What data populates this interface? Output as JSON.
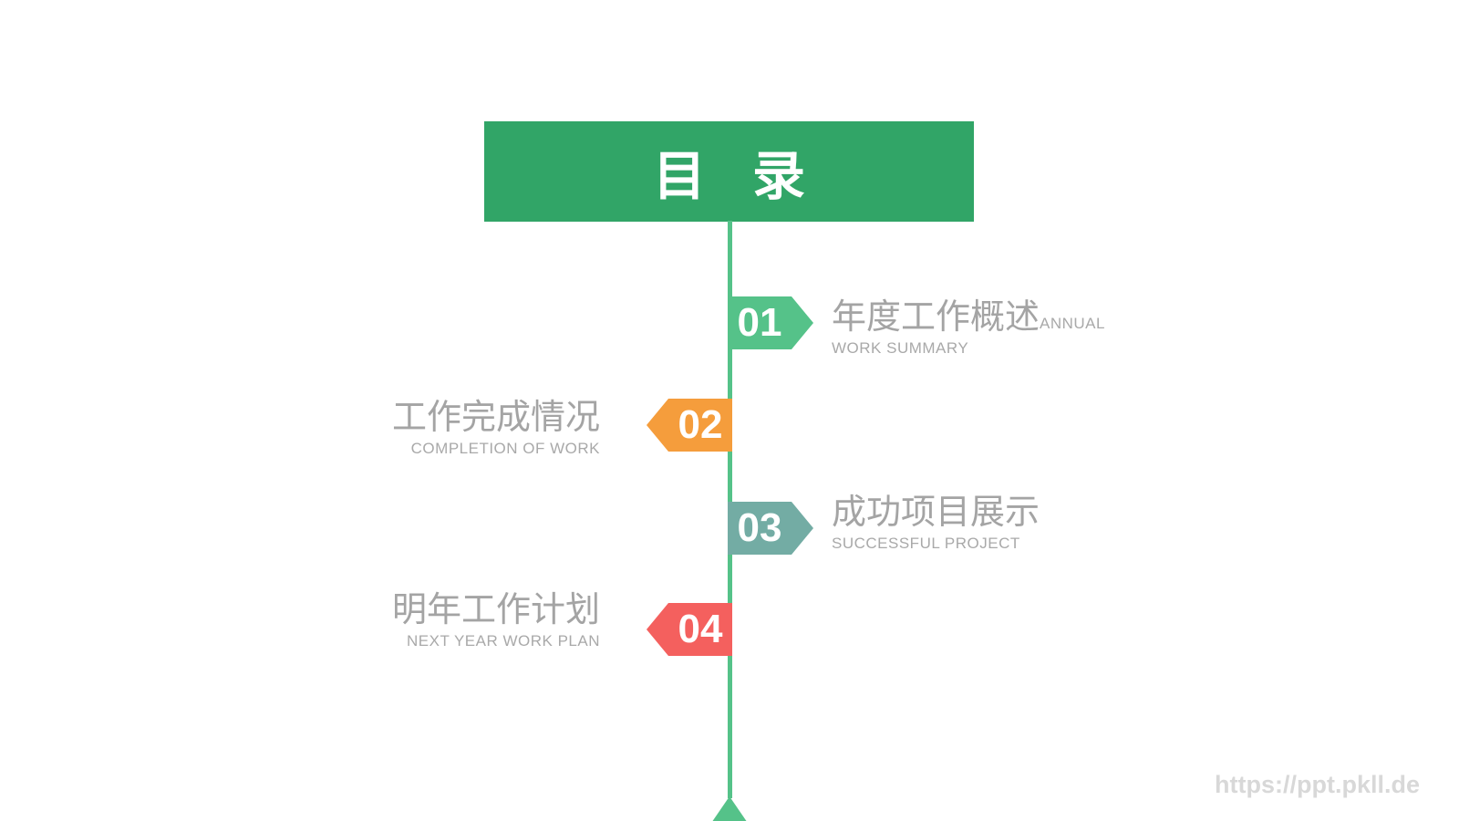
{
  "header": {
    "title": "目 录"
  },
  "colors": {
    "header_bg": "#31A567",
    "header_text": "#FFFFFF",
    "timeline": "#55C289",
    "title_text": "#A4A4A4",
    "subtitle_text": "#A9A9A9",
    "watermark": "#D8D8D8"
  },
  "toc": {
    "items": [
      {
        "number": "01",
        "title": "年度工作概述",
        "subtitle": "ANNUAL WORK SUMMARY",
        "color": "#55C289",
        "side": "right"
      },
      {
        "number": "02",
        "title": "工作完成情况",
        "subtitle": "COMPLETION OF WORK",
        "color": "#F59D3C",
        "side": "left"
      },
      {
        "number": "03",
        "title": "成功项目展示",
        "subtitle": "SUCCESSFUL PROJECT",
        "color": "#73ACA4",
        "side": "right"
      },
      {
        "number": "04",
        "title": "明年工作计划",
        "subtitle": "NEXT YEAR WORK PLAN",
        "color": "#F4605E",
        "side": "left"
      }
    ]
  },
  "watermark": {
    "text": "https://ppt.pkll.de"
  }
}
